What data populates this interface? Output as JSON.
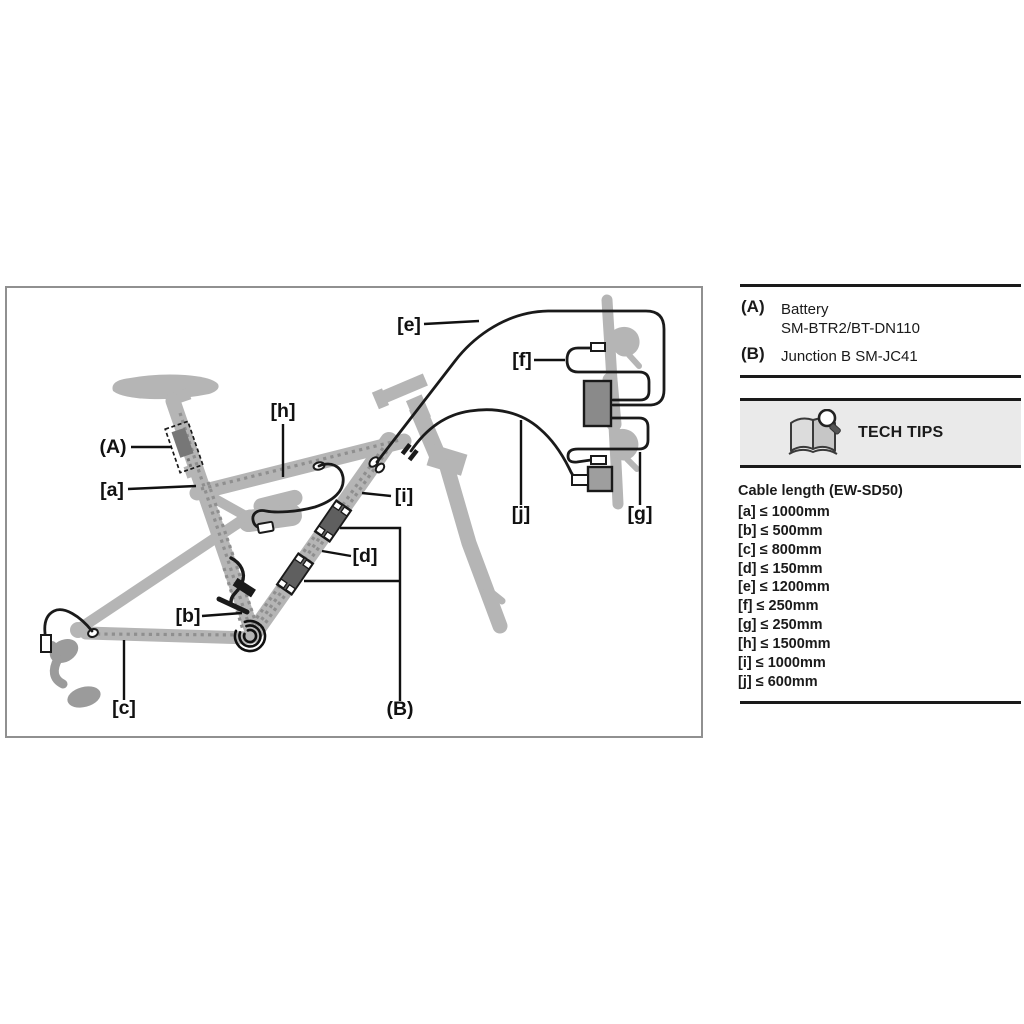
{
  "colors": {
    "frame_gray": "#b5b5b5",
    "component_gray": "#9b9b9b",
    "inline_connector": "#5f5f5f",
    "junction_a_gray": "#8a8a8a",
    "dotted_wire": "#8f8f8f",
    "cable_black": "#1a1a1a",
    "techtips_panel_bg": "#eaeaea",
    "diagram_border": "#909090",
    "text": "#1a1a1a"
  },
  "diagram": {
    "labels": {
      "battery": "(A)",
      "junction_b": "(B)",
      "a": "[a]",
      "b": "[b]",
      "c": "[c]",
      "d": "[d]",
      "e": "[e]",
      "f": "[f]",
      "g": "[g]",
      "h": "[h]",
      "i": "[i]",
      "j": "[j]"
    }
  },
  "sidebar": {
    "legend": [
      {
        "key": "(A)",
        "lines": [
          "Battery",
          "SM-BTR2/BT-DN110"
        ]
      },
      {
        "key": "(B)",
        "lines": [
          "Junction B SM-JC41"
        ]
      }
    ],
    "tech_tips_label": "TECH TIPS",
    "cable_section": {
      "heading": "Cable length (EW-SD50)",
      "items": [
        "[a] ≤ 1000mm",
        "[b] ≤ 500mm",
        "[c] ≤ 800mm",
        "[d] ≤ 150mm",
        "[e] ≤ 1200mm",
        "[f] ≤ 250mm",
        "[g] ≤ 250mm",
        "[h] ≤ 1500mm",
        "[i] ≤ 1000mm",
        "[j] ≤ 600mm"
      ]
    }
  }
}
